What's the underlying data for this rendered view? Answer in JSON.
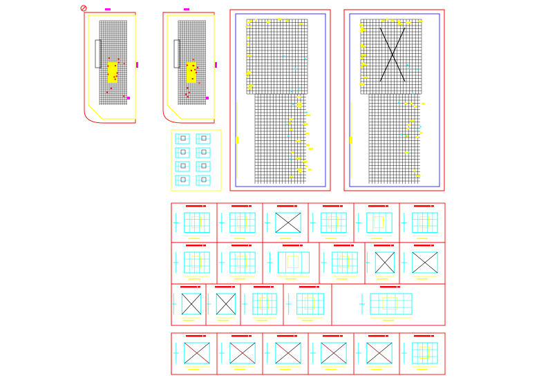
{
  "drawing": {
    "background": "#ffffff",
    "colors": {
      "frame": "#ff0000",
      "grid": "#000000",
      "annotation": "#ffff00",
      "detail": "#00ffff",
      "accent": "#ff00ff",
      "inner_border": "#0000ff",
      "site_line": "#ff0000"
    },
    "icons": {
      "compass": "north-arrow-icon"
    }
  },
  "sheets": {
    "site_plans": 2,
    "floor_plans": 2,
    "detail_rows": [
      6,
      6,
      5,
      6
    ],
    "detail_caption_color": "#ff0000"
  }
}
